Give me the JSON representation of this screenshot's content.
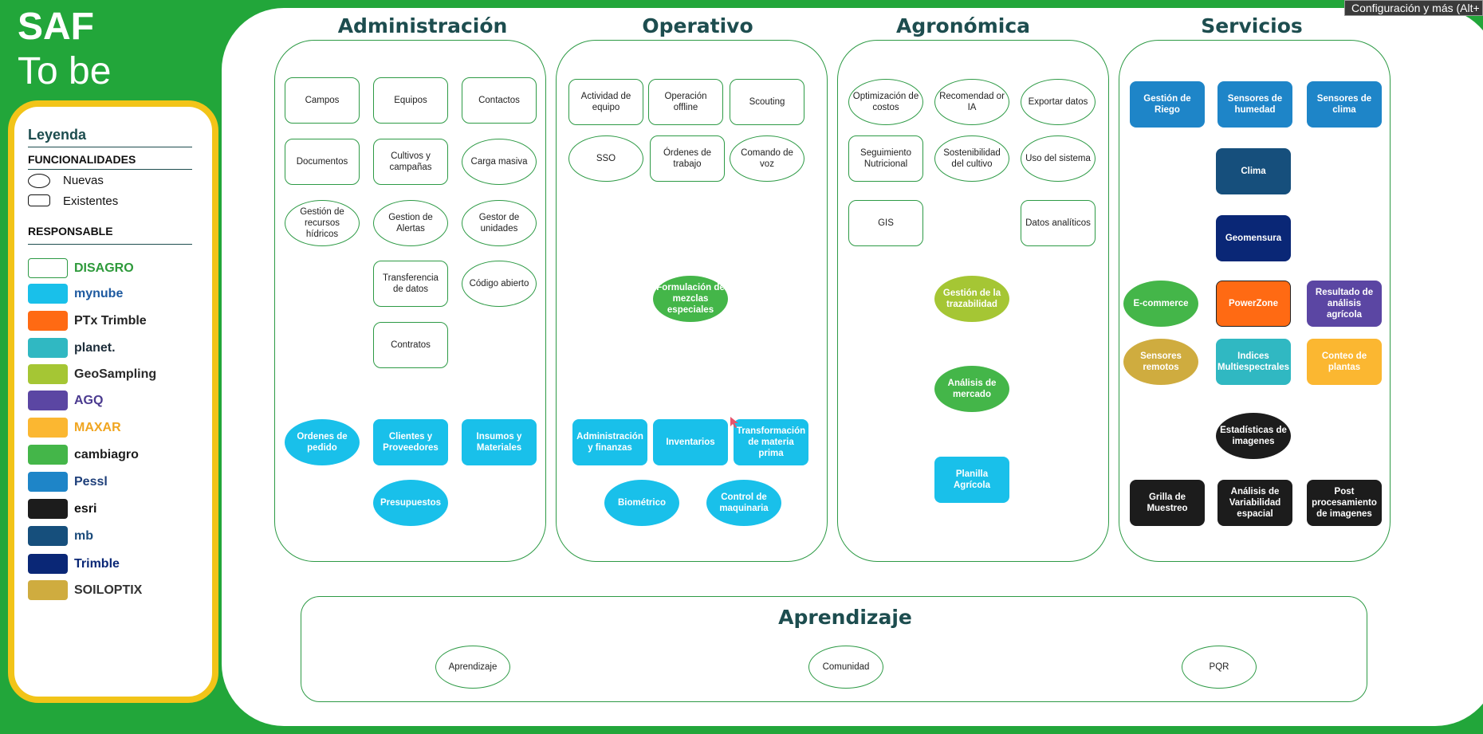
{
  "header": {
    "title": "SAF",
    "subtitle": "To be"
  },
  "tooltip": {
    "text": "Configuración y más (Alt+"
  },
  "legend": {
    "title": "Leyenda",
    "funcionalidades_label": "FUNCIONALIDADES",
    "nuevas_label": "Nuevas",
    "existentes_label": "Existentes",
    "responsable_label": "RESPONSABLE",
    "responsables": [
      {
        "name": "DISAGRO",
        "color": "#ffffff",
        "logo_color": "#2e9a3b"
      },
      {
        "name": "mynube",
        "color": "#19c0ea",
        "logo_color": "#1e5aa0"
      },
      {
        "name": "PTx Trimble",
        "color": "#ff6a13",
        "logo_color": "#222222"
      },
      {
        "name": "planet.",
        "color": "#30b8c2",
        "logo_color": "#1d2d3a"
      },
      {
        "name": "GeoSampling",
        "color": "#a5c634",
        "logo_color": "#2a2a2a"
      },
      {
        "name": "AGQ",
        "color": "#5b46a3",
        "logo_color": "#4a3a8f"
      },
      {
        "name": "MAXAR",
        "color": "#fbb731",
        "logo_color": "#f0a520"
      },
      {
        "name": "cambiagro",
        "color": "#44b649",
        "logo_color": "#1d1d1d"
      },
      {
        "name": "Pessl",
        "color": "#1e85c8",
        "logo_color": "#1e3f7a"
      },
      {
        "name": "esri",
        "color": "#1c1c1c",
        "logo_color": "#111111"
      },
      {
        "name": "mb",
        "color": "#164f7c",
        "logo_color": "#1a4a7a"
      },
      {
        "name": "Trimble",
        "color": "#0a2776",
        "logo_color": "#0a2776"
      },
      {
        "name": "SOILOPTIX",
        "color": "#cfac3f",
        "logo_color": "#333333"
      }
    ]
  },
  "sections": {
    "administracion": {
      "title": "Administración",
      "nodes": [
        "Campos",
        "Equipos",
        "Contactos",
        "Documentos",
        "Cultivos y campañas",
        "Carga masiva",
        "Gestión de recursos hídricos",
        "Gestion de Alertas",
        "Gestor de unidades",
        "Transferencia de datos",
        "Código abierto",
        "Contratos",
        "Ordenes de pedido",
        "Clientes y Proveedores",
        "Insumos y Materiales",
        "Presupuestos"
      ]
    },
    "operativo": {
      "title": "Operativo",
      "nodes": [
        "Actividad de equipo",
        "Operación offline",
        "Scouting",
        "SSO",
        "Órdenes de trabajo",
        "Comando de voz",
        "Formulación de mezclas especiales",
        "Administración y finanzas",
        "Inventarios",
        "Transformación de materia prima",
        "Biométrico",
        "Control de maquinaria"
      ]
    },
    "agronomica": {
      "title": "Agronómica",
      "nodes": [
        "Optimización de costos",
        "Recomendad or IA",
        "Exportar datos",
        "Seguimiento Nutricional",
        "Sostenibilidad del cultivo",
        "Uso del sistema",
        "GIS",
        "Datos analíticos",
        "Gestión de la trazabilidad",
        "Análisis de mercado",
        "Planilla Agrícola"
      ]
    },
    "servicios": {
      "title": "Servicios",
      "nodes": [
        "Gestión de Riego",
        "Sensores de humedad",
        "Sensores de clima",
        "Clima",
        "Geomensura",
        "E-commerce",
        "PowerZone",
        "Resultado de análisis agrícola",
        "Sensores remotos",
        "Indices Multiespectrales",
        "Conteo de plantas",
        "Estadísticas de imagenes",
        "Grilla de Muestreo",
        "Análisis de Variabilidad espacial",
        "Post procesamiento de imagenes"
      ]
    },
    "aprendizaje": {
      "title": "Aprendizaje",
      "nodes": [
        "Aprendizaje",
        "Comunidad",
        "PQR"
      ]
    }
  },
  "colors": {
    "green_bg": "#22a63a",
    "legend_border": "#f2c418",
    "title_text": "#1d4d4f",
    "outline": "#2d9a45"
  }
}
